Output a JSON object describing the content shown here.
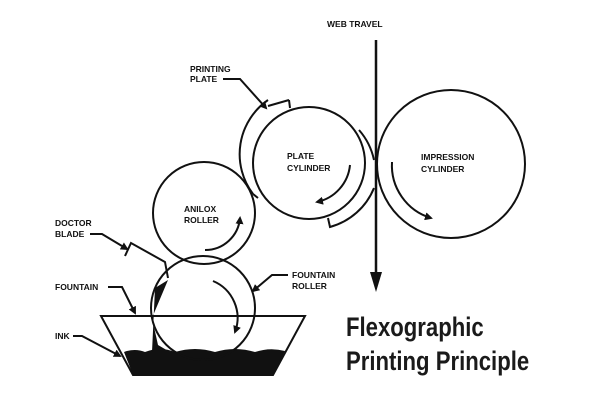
{
  "labels": {
    "web_travel": "WEB TRAVEL",
    "printing_plate": [
      "PRINTING",
      "PLATE"
    ],
    "plate_cylinder": [
      "PLATE",
      "CYLINDER"
    ],
    "impression_cylinder": [
      "IMPRESSION",
      "CYLINDER"
    ],
    "anilox_roller": [
      "ANILOX",
      "ROLLER"
    ],
    "doctor_blade": [
      "DOCTOR",
      "BLADE"
    ],
    "fountain": "FOUNTAIN",
    "fountain_roller": [
      "FOUNTAIN",
      "ROLLER"
    ],
    "ink": "INK"
  },
  "title": [
    "Flexographic",
    "Printing Principle"
  ]
}
